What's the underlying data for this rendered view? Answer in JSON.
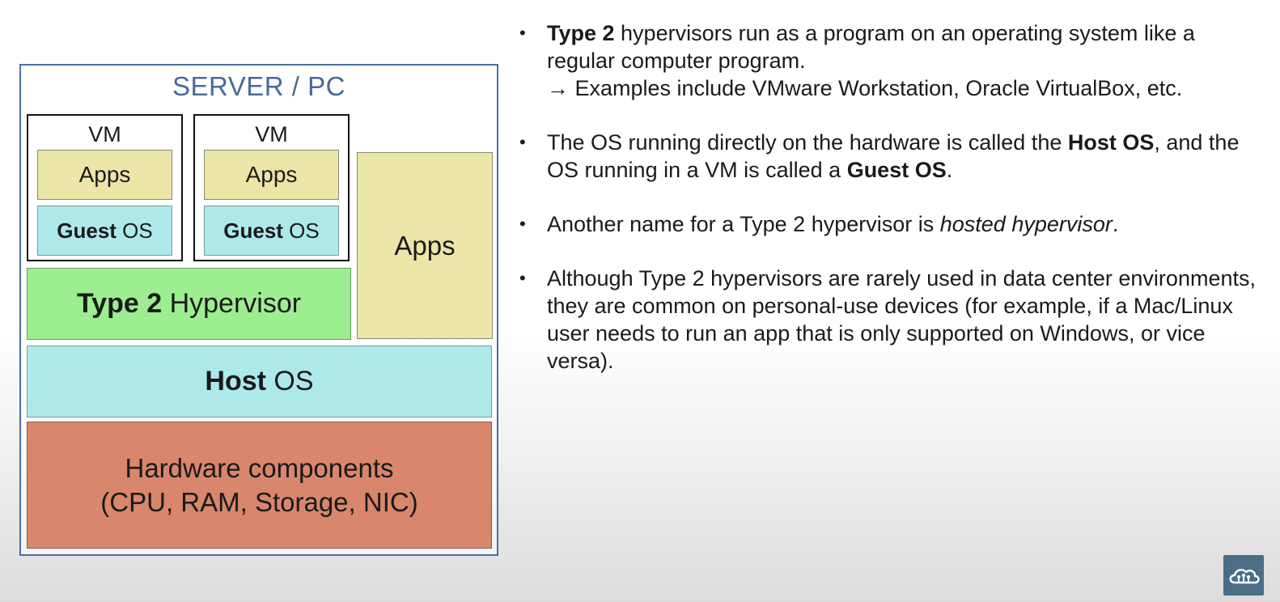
{
  "diagram": {
    "title": "SERVER / PC",
    "vms": [
      {
        "label": "VM",
        "apps": "Apps",
        "guest_bold": "Guest",
        "guest_rest": " OS"
      },
      {
        "label": "VM",
        "apps": "Apps",
        "guest_bold": "Guest",
        "guest_rest": " OS"
      }
    ],
    "apps": "Apps",
    "hypervisor": {
      "bold": "Type 2",
      "rest": " Hypervisor"
    },
    "host_os": {
      "bold": "Host",
      "rest": " OS"
    },
    "hardware": {
      "line1": "Hardware components",
      "line2": "(CPU, RAM, Storage, NIC)"
    }
  },
  "bullets": {
    "b1": {
      "bold": "Type 2",
      "text": " hypervisors run as a program on an operating system like a regular computer program.",
      "sub": "→ Examples include VMware Workstation, Oracle VirtualBox, etc."
    },
    "b2": {
      "t1": "The OS running directly on the hardware is called the ",
      "bold1": "Host OS",
      "t2": ", and the OS running in a VM is called a ",
      "bold2": "Guest OS",
      "t3": "."
    },
    "b3": {
      "t1": "Another name for a Type 2 hypervisor is ",
      "italic": "hosted hypervisor",
      "t2": "."
    },
    "b4": {
      "text": "Although Type 2 hypervisors are rarely used in data center environments, they are common on personal-use devices (for example, if a Mac/Linux user needs to run an app that is only supported on Windows, or vice versa)."
    },
    "marker": "•"
  },
  "logo": {
    "icon": "cloud-network-icon",
    "color": "#4a6e86"
  }
}
